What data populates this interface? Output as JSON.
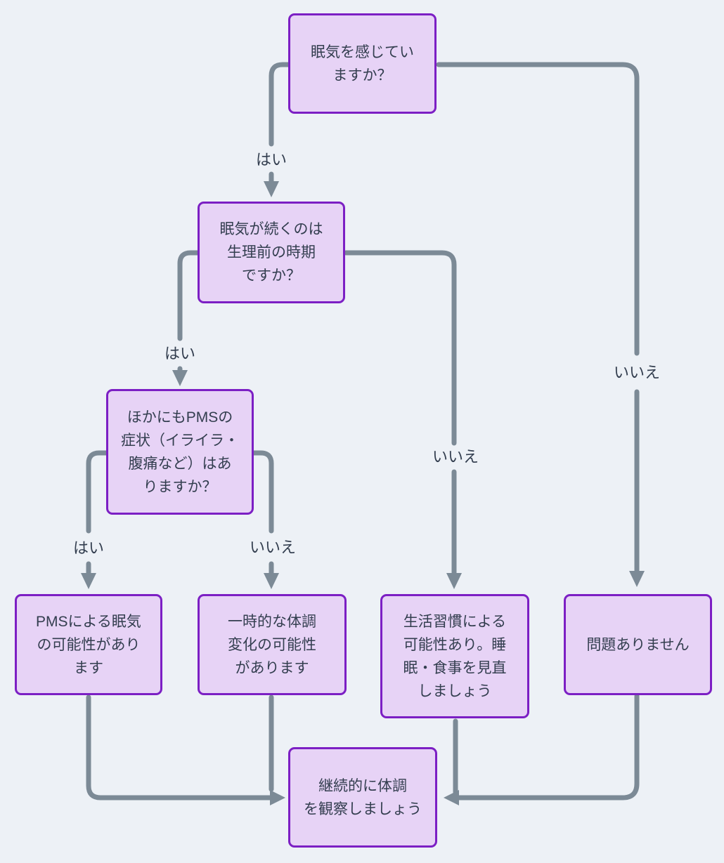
{
  "flowchart": {
    "type": "decision-flowchart",
    "language": "ja",
    "nodes": [
      {
        "id": "q-sleepy",
        "role": "question",
        "text": "眠気を感じてい\nますか？"
      },
      {
        "id": "q-premenstrual",
        "role": "question",
        "text": "眠気が続くのは\n生理前の時期\nですか？"
      },
      {
        "id": "q-pms-symptoms",
        "role": "question",
        "text": "ほかにもPMSの\n症状（イライラ・\n腹痛など）はあ\nりますか？"
      },
      {
        "id": "r-pms",
        "role": "result",
        "text": "PMSによる眠気\nの可能性があり\nます"
      },
      {
        "id": "r-temporary",
        "role": "result",
        "text": "一時的な体調\n変化の可能性\nがあります"
      },
      {
        "id": "r-lifestyle",
        "role": "result",
        "text": "生活習慣による\n可能性あり。睡\n眠・食事を見直\nしましょう"
      },
      {
        "id": "r-no-problem",
        "role": "result",
        "text": "問題ありません"
      },
      {
        "id": "r-observe",
        "role": "result",
        "text": "継続的に体調\nを観察しましょう"
      }
    ],
    "edge_labels": [
      {
        "from": "q-sleepy",
        "to": "q-premenstrual",
        "label": "はい"
      },
      {
        "from": "q-sleepy",
        "to": "r-no-problem",
        "label": "いいえ"
      },
      {
        "from": "q-premenstrual",
        "to": "q-pms-symptoms",
        "label": "はい"
      },
      {
        "from": "q-premenstrual",
        "to": "r-lifestyle",
        "label": "いいえ"
      },
      {
        "from": "q-pms-symptoms",
        "to": "r-pms",
        "label": "はい"
      },
      {
        "from": "q-pms-symptoms",
        "to": "r-temporary",
        "label": "いいえ"
      }
    ],
    "unlabeled_edges": [
      {
        "from": "r-pms",
        "to": "r-observe"
      },
      {
        "from": "r-temporary",
        "to": "r-observe"
      },
      {
        "from": "r-lifestyle",
        "to": "r-observe"
      },
      {
        "from": "r-no-problem",
        "to": "r-observe"
      }
    ],
    "colors": {
      "background": "#edf1f6",
      "node_fill": "#e7d3f6",
      "node_border": "#7c1fc4",
      "edge": "#7c8a96",
      "text": "#333e4f"
    }
  }
}
